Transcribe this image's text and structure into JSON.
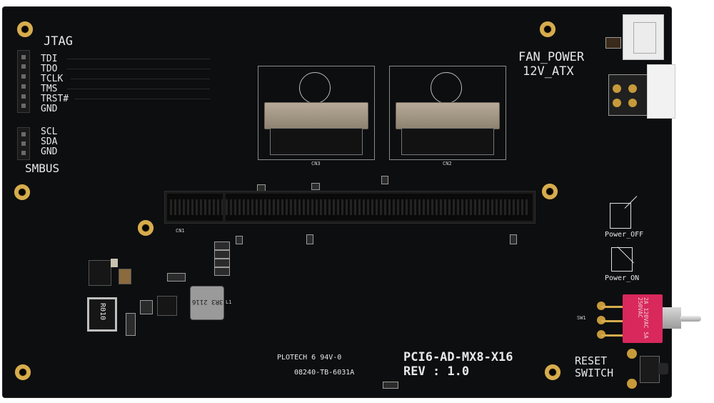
{
  "board": {
    "jtag": {
      "title": "JTAG",
      "pins": [
        "TDI",
        "TDO",
        "TCLK",
        "TMS",
        "TRST#",
        "GND"
      ]
    },
    "smbus": {
      "title": "SMBUS",
      "pins": [
        "SCL",
        "SDA",
        "GND"
      ]
    },
    "fan_power_label": "FAN_POWER",
    "atx_label": "12V_ATX",
    "power_off_label": "Power_OFF",
    "power_on_label": "Power_ON",
    "reset_label_line1": "RESET",
    "reset_label_line2": "SWITCH",
    "model": "PCI6-AD-MX8-X16",
    "revision": "REV : 1.0",
    "maker_mark": "PLOTECH 6 94V-0",
    "part_code": "08240-TB-6031A",
    "refdes": {
      "cn1": "CN1",
      "cn2": "CN2",
      "cn3": "CN3",
      "l1": "L1",
      "sw1": "SW1",
      "inductor": "3R3 2116",
      "r010": "R010"
    },
    "toggle_switch_rating": "2A 120VAC 5A 250VAC"
  }
}
